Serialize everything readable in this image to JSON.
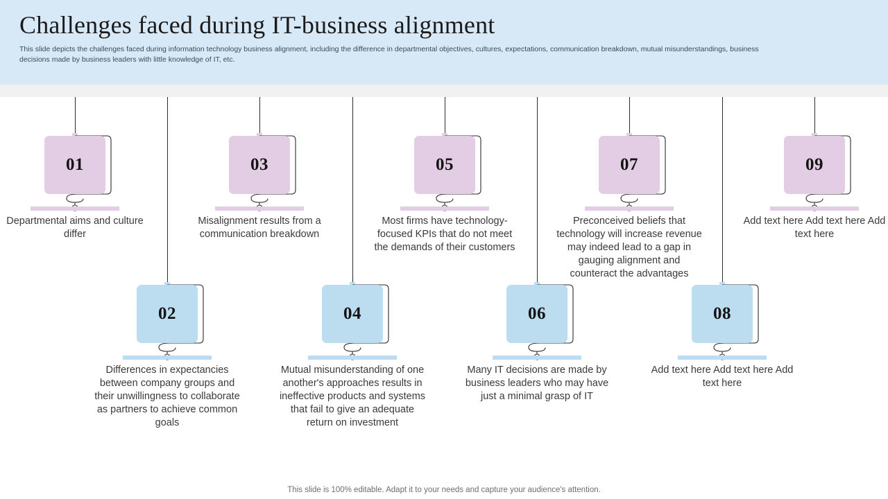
{
  "header": {
    "title": "Challenges faced during IT-business alignment",
    "subtitle": "This slide depicts the challenges faced during information technology business alignment, including the difference in departmental objectives, cultures, expectations, communication breakdown, mutual misunderstandings, business decisions made by business leaders with little knowledge of IT,  etc.",
    "background_color": "#d7e8f7"
  },
  "colors": {
    "pink": "#e2cde4",
    "blue": "#bcdcf0",
    "band_gray": "#f1f1f1",
    "line": "#2b2b2b",
    "text": "#3a3a3a"
  },
  "top_row": [
    {
      "number": "01",
      "caption": "Departmental aims and culture differ",
      "color": "pink"
    },
    {
      "number": "03",
      "caption": "Misalignment results from a communication breakdown",
      "color": "pink"
    },
    {
      "number": "05",
      "caption": "Most firms have technology-focused KPIs that do not meet the demands of their customers",
      "color": "pink"
    },
    {
      "number": "07",
      "caption": "Preconceived beliefs that technology will increase revenue may indeed lead to a gap in gauging alignment and counteract the advantages",
      "color": "pink"
    },
    {
      "number": "09",
      "caption": "Add text here Add text here Add text here",
      "color": "pink"
    }
  ],
  "bottom_row": [
    {
      "number": "02",
      "caption": "Differences in expectancies between company groups and their unwillingness to collaborate as partners to achieve common goals",
      "color": "blue"
    },
    {
      "number": "04",
      "caption": "Mutual misunderstanding of one another's approaches results in ineffective products and systems that fail to give an adequate return on investment",
      "color": "blue"
    },
    {
      "number": "06",
      "caption": "Many IT decisions are made by business leaders who may have just a minimal grasp of IT",
      "color": "blue"
    },
    {
      "number": "08",
      "caption": "Add text here Add text here Add text here",
      "color": "blue"
    }
  ],
  "footer": {
    "note": "This slide is 100% editable. Adapt it to your needs and capture your audience's attention."
  }
}
